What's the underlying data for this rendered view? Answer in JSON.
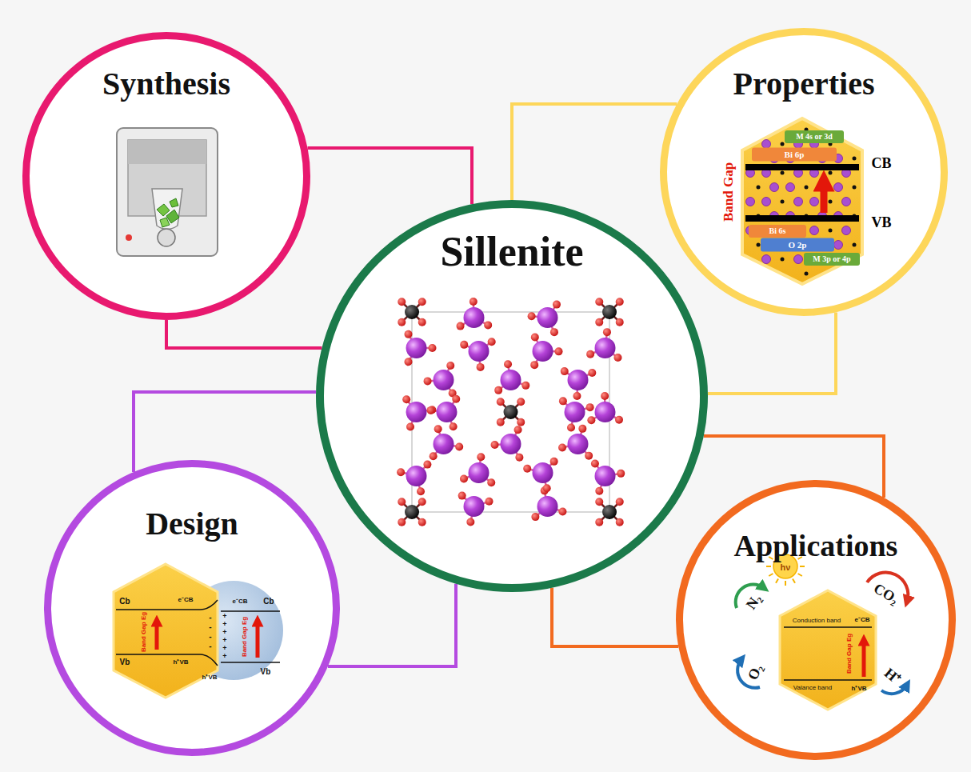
{
  "diagram": {
    "nodes": [
      {
        "text": [
          "Synthesis"
        ]
      },
      {
        "text": [
          "Properties"
        ]
      },
      {
        "text": [
          "Sillenite"
        ]
      },
      {
        "text": [
          "Design"
        ]
      },
      {
        "text": [
          "Applications"
        ]
      }
    ],
    "edges": [
      {
        "from": 0,
        "to": 2,
        "arrow": "none"
      },
      {
        "from": 0,
        "to": 2,
        "arrow": "none"
      },
      {
        "from": 2,
        "to": 1,
        "arrow": "none"
      },
      {
        "from": 2,
        "to": 1,
        "arrow": "none"
      },
      {
        "from": 2,
        "to": 3,
        "arrow": "none"
      },
      {
        "from": 2,
        "to": 3,
        "arrow": "none"
      },
      {
        "from": 2,
        "to": 4,
        "arrow": "none"
      },
      {
        "from": 2,
        "to": 4,
        "arrow": "none"
      }
    ],
    "labels": [
      "M 4s or 3d",
      "Bi 6p",
      "CB",
      "VB",
      "Bi 6s",
      "O 2p",
      "M 3p or 4p",
      "Band Gap",
      "Cb",
      "Vb",
      "e⁻CB",
      "h⁺VB",
      "Band Gap Eg",
      "e⁻CB",
      "Cb",
      "Vb",
      "Band Gap Eg",
      "h⁺VB",
      "-",
      "-",
      "-",
      "-",
      "+",
      "+",
      "+",
      "+",
      "+",
      "+",
      "hν",
      "N₂",
      "CO₂",
      "O₂",
      "H⁺",
      "Conduction band",
      "e⁻CB",
      "Valance band",
      "h⁺VB",
      "Band Gap Eg"
    ]
  }
}
